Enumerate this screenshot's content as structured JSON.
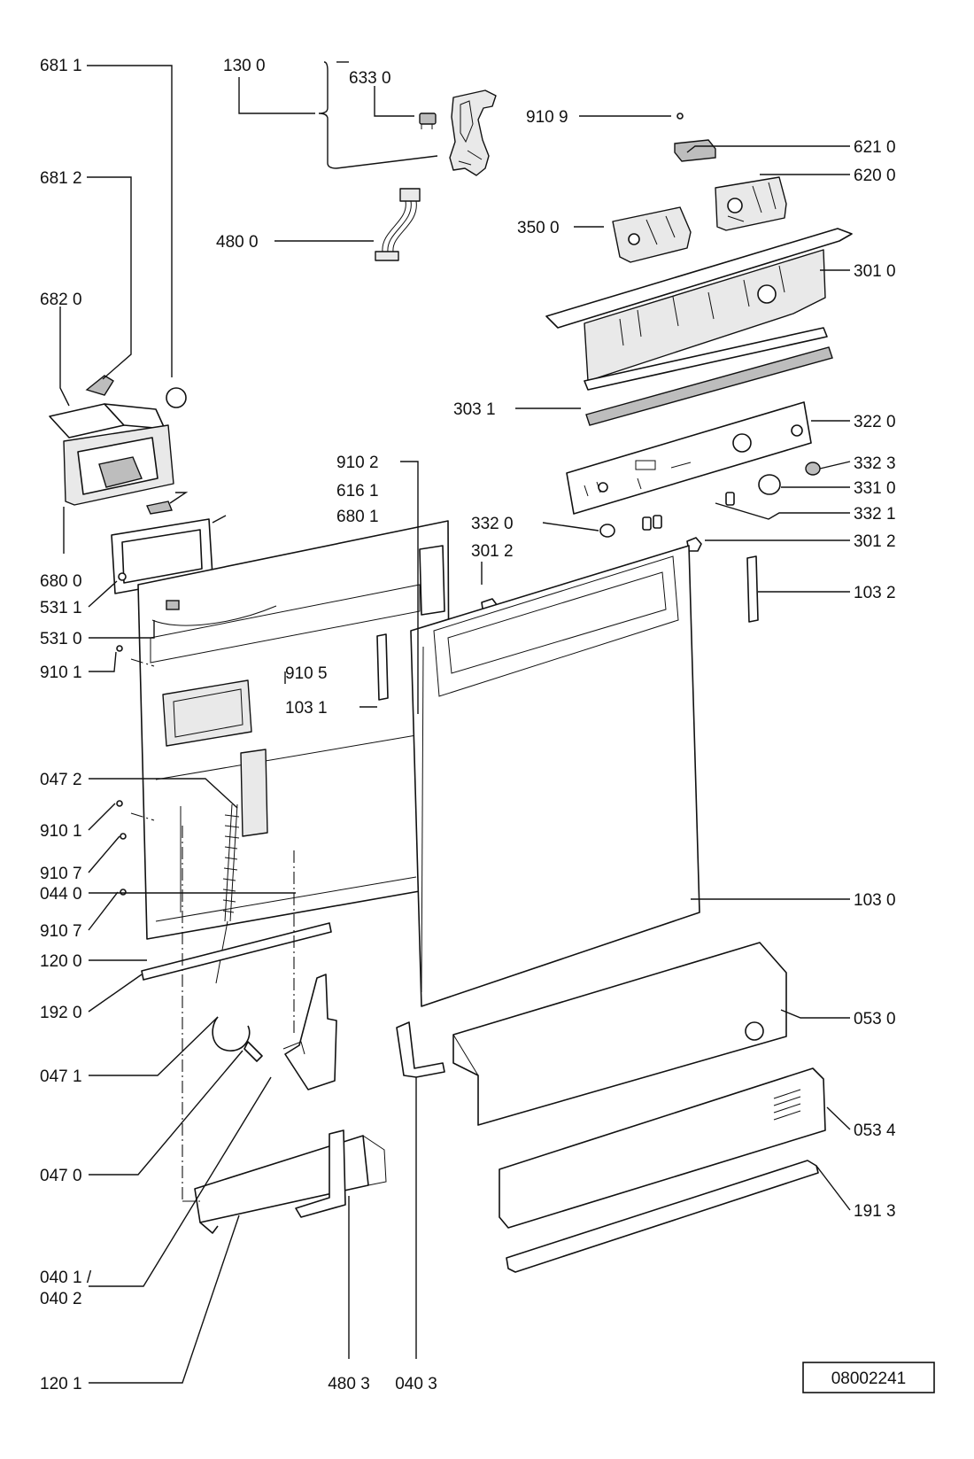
{
  "document_number": "08002241",
  "labels": {
    "l6811": "681 1",
    "l1300": "130 0",
    "l6330": "633 0",
    "l9109": "910 9",
    "l6210": "621 0",
    "l6812": "681 2",
    "l6200": "620 0",
    "l3500": "350 0",
    "l4800": "480 0",
    "l6820": "682 0",
    "l3010": "301 0",
    "l3031": "303 1",
    "l3220": "322 0",
    "l9102": "910 2",
    "l3323": "332 3",
    "l6161": "616 1",
    "l3310": "331 0",
    "l6801": "680 1",
    "l3321": "332 1",
    "l3320": "332 0",
    "l3012a": "301 2",
    "l3012b": "301 2",
    "l6800": "680 0",
    "l1032": "103 2",
    "l5311": "531 1",
    "l5310": "531 0",
    "l9101a": "910 1",
    "l9105": "910 5",
    "l1031": "103 1",
    "l0472": "047 2",
    "l9101b": "910 1",
    "l9107a": "910 7",
    "l0440": "044 0",
    "l1030": "103 0",
    "l9107b": "910 7",
    "l1200": "120 0",
    "l1920": "192 0",
    "l0530": "053 0",
    "l0471": "047 1",
    "l0534": "053 4",
    "l0470": "047 0",
    "l1913": "191 3",
    "l0401a": "040 1 /",
    "l0401b": "040 2",
    "l1201": "120 1",
    "l4803": "480 3",
    "l0403": "040 3"
  }
}
